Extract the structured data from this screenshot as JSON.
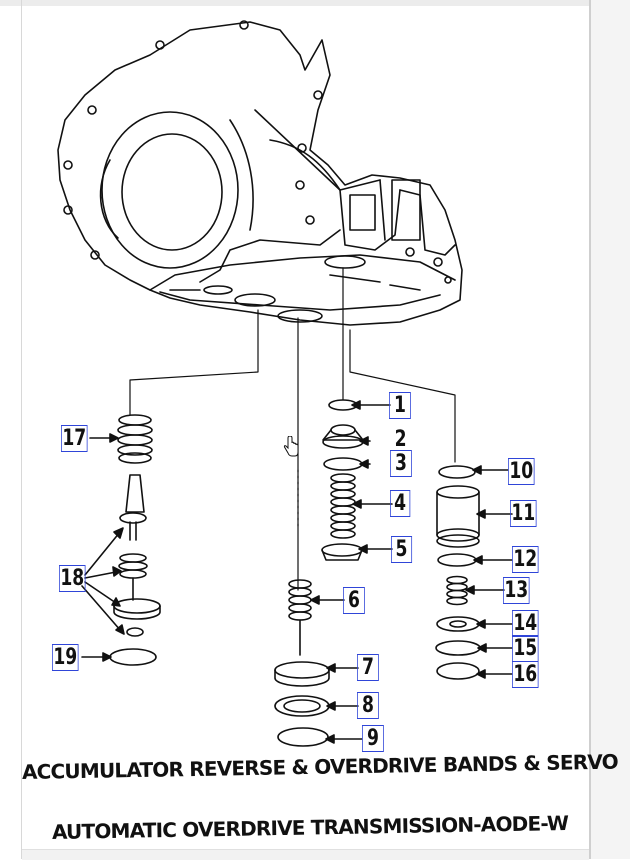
{
  "diagram": {
    "callouts": [
      "1",
      "2",
      "3",
      "4",
      "5",
      "6",
      "7",
      "8",
      "9",
      "10",
      "11",
      "12",
      "13",
      "14",
      "15",
      "16",
      "17",
      "18",
      "19"
    ]
  },
  "caption": {
    "line1": "ACCUMULATOR REVERSE & OVERDRIVE BANDS & SERVO",
    "line2": "AUTOMATIC OVERDRIVE TRANSMISSION-AODE-W"
  },
  "colors": {
    "callout_border": "#2f45d8",
    "line_art": "#111111"
  }
}
